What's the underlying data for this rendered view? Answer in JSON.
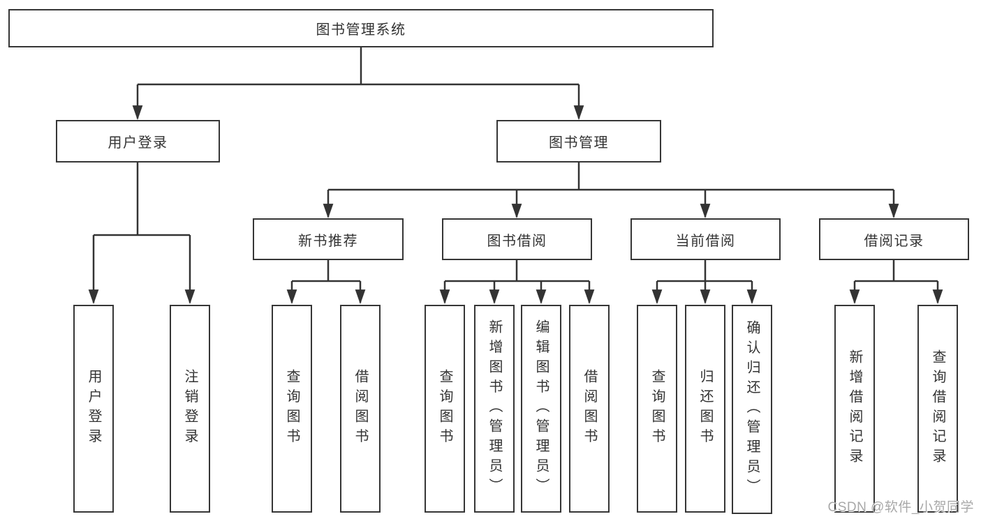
{
  "diagram": {
    "type": "hierarchy-tree",
    "root": {
      "label": "图书管理系统"
    },
    "level2": {
      "user_login": {
        "label": "用户登录"
      },
      "book_management": {
        "label": "图书管理"
      }
    },
    "level3": {
      "new_book_recommend": {
        "label": "新书推荐"
      },
      "book_borrowing": {
        "label": "图书借阅"
      },
      "current_borrowing": {
        "label": "当前借阅"
      },
      "borrowing_records": {
        "label": "借阅记录"
      }
    },
    "leaves": {
      "user_login": [
        "用户登录",
        "注销登录"
      ],
      "new_book_recommend": [
        "查询图书",
        "借阅图书"
      ],
      "book_borrowing": [
        "查询图书",
        "新增图书（管理员）",
        "编辑图书（管理员）",
        "借阅图书"
      ],
      "current_borrowing": [
        "查询图书",
        "归还图书",
        "确认归还（管理员）"
      ],
      "borrowing_records": [
        "新增借阅记录",
        "查询借阅记录"
      ]
    }
  },
  "watermark": {
    "text": "CSDN @软件_小贺同学"
  },
  "colors": {
    "line": "#333333",
    "box_border": "#363636",
    "box_fill": "#ffffff",
    "text": "#333333",
    "watermark": "#a8a8a8",
    "background": "#ffffff"
  }
}
